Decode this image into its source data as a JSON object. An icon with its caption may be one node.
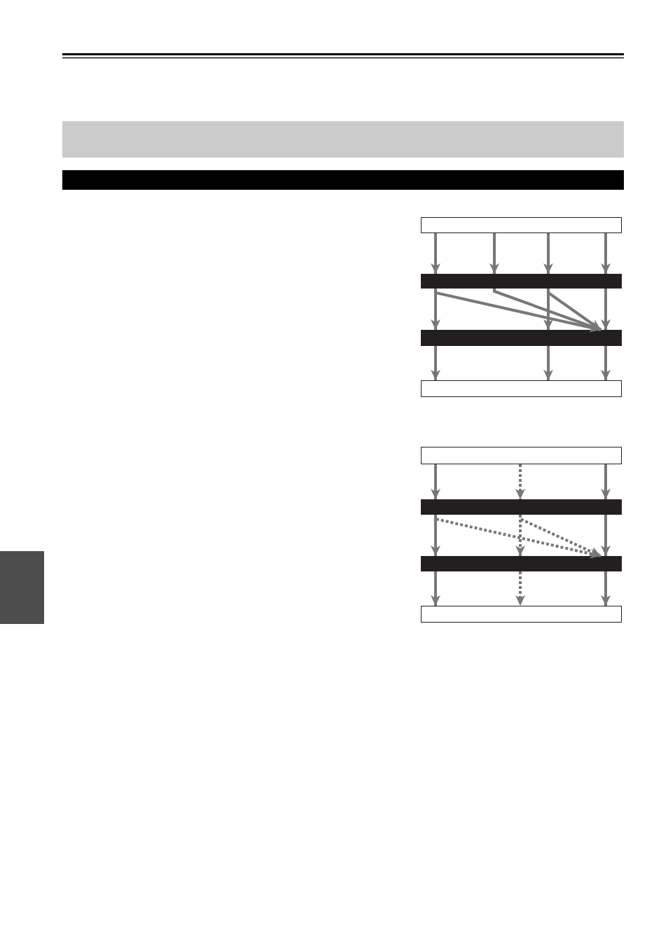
{
  "diagram": {
    "nodes": [
      {
        "text": [],
        "shape": "band"
      },
      {
        "text": [],
        "shape": "bar"
      },
      {
        "text": [],
        "shape": "box"
      },
      {
        "text": [],
        "shape": "bar"
      },
      {
        "text": [],
        "shape": "bar"
      },
      {
        "text": [],
        "shape": "box"
      },
      {
        "text": [],
        "shape": "box"
      },
      {
        "text": [],
        "shape": "bar"
      },
      {
        "text": [],
        "shape": "bar"
      },
      {
        "text": [],
        "shape": "box"
      },
      {
        "text": [],
        "shape": "box"
      }
    ],
    "edges": [
      {
        "from": 2,
        "to": 3,
        "arrow": "to"
      },
      {
        "from": 2,
        "to": 3,
        "arrow": "to"
      },
      {
        "from": 2,
        "to": 3,
        "arrow": "to"
      },
      {
        "from": 2,
        "to": 3,
        "arrow": "to"
      },
      {
        "from": 3,
        "to": 4,
        "arrow": "to"
      },
      {
        "from": 3,
        "to": 4,
        "arrow": "to"
      },
      {
        "from": 3,
        "to": 4,
        "arrow": "to"
      },
      {
        "from": 3,
        "to": 4,
        "arrow": "to"
      },
      {
        "from": 3,
        "to": 4,
        "arrow": "to"
      },
      {
        "from": 3,
        "to": 4,
        "arrow": "to"
      },
      {
        "from": 4,
        "to": 5,
        "arrow": "to"
      },
      {
        "from": 4,
        "to": 5,
        "arrow": "to"
      },
      {
        "from": 4,
        "to": 5,
        "arrow": "to"
      },
      {
        "from": 6,
        "to": 7,
        "arrow": "to"
      },
      {
        "from": 6,
        "to": 7,
        "arrow": "to",
        "style": "dashed"
      },
      {
        "from": 6,
        "to": 7,
        "arrow": "to"
      },
      {
        "from": 7,
        "to": 8,
        "arrow": "to"
      },
      {
        "from": 7,
        "to": 8,
        "arrow": "to",
        "style": "dashed"
      },
      {
        "from": 7,
        "to": 8,
        "arrow": "to",
        "style": "dashed"
      },
      {
        "from": 7,
        "to": 8,
        "arrow": "to",
        "style": "dashed"
      },
      {
        "from": 7,
        "to": 8,
        "arrow": "to"
      },
      {
        "from": 8,
        "to": 9,
        "arrow": "to"
      },
      {
        "from": 8,
        "to": 9,
        "arrow": "to",
        "style": "dashed"
      },
      {
        "from": 8,
        "to": 9,
        "arrow": "to"
      }
    ]
  }
}
